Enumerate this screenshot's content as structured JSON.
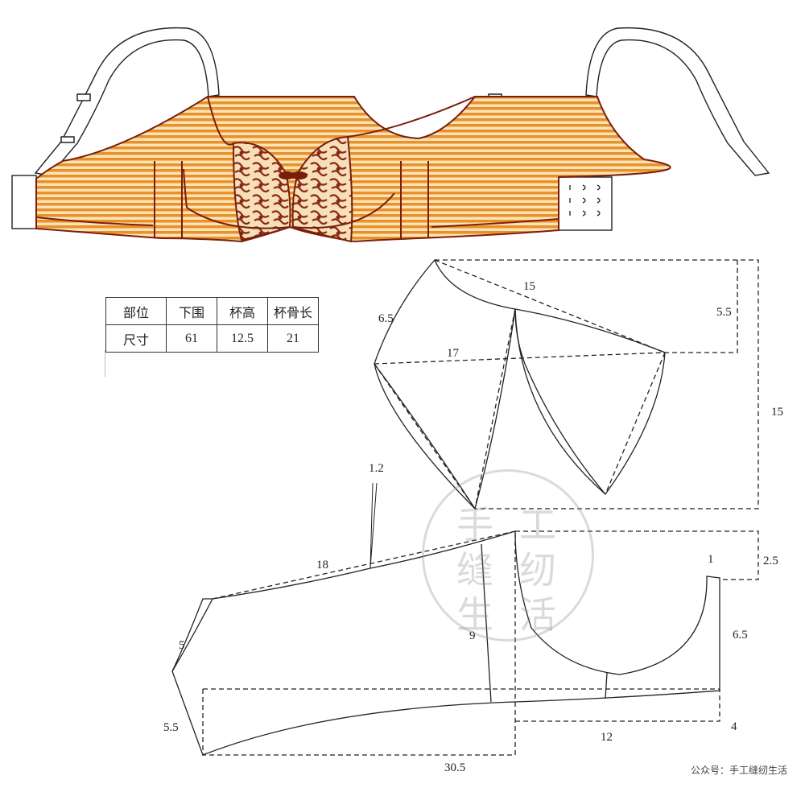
{
  "size_table": {
    "headers": [
      "部位",
      "下围",
      "杯高",
      "杯骨长"
    ],
    "row_label": "尺寸",
    "values": [
      "61",
      "12.5",
      "21"
    ]
  },
  "cup_pattern": {
    "top_edge": "15",
    "left_side": "6.5",
    "width": "17",
    "top_drop": "5.5",
    "height": "15"
  },
  "band_pattern": {
    "dart": "1.2",
    "top_edge": "18",
    "side_seam": "5",
    "bottom_side": "5.5",
    "length": "30.5",
    "center_height": "9",
    "tip": "1",
    "top_drop": "2.5",
    "front_height": "6.5",
    "base_offset": "4",
    "base_width": "12"
  },
  "stamp": {
    "chars": [
      "手",
      "工",
      "缝",
      "纫",
      "生",
      "活"
    ]
  },
  "watermark": "公众号：手工缝纫生活",
  "colors": {
    "stripe_orange": "#e8902a",
    "stripe_light": "#fbe3b8",
    "trim_dark": "#7a1e0c",
    "lace": "#f3d9b3"
  }
}
